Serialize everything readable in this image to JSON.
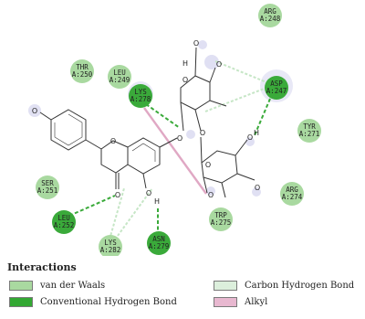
{
  "residues": [
    {
      "name": "ARG",
      "id": "A:248",
      "type": "vdw"
    },
    {
      "name": "THR",
      "id": "A:250",
      "type": "vdw"
    },
    {
      "name": "LEU",
      "id": "A:249",
      "type": "vdw"
    },
    {
      "name": "LYS",
      "id": "A:278",
      "type": "hbond"
    },
    {
      "name": "ASP",
      "id": "A:247",
      "type": "hbond"
    },
    {
      "name": "TYR",
      "id": "A:271",
      "type": "vdw"
    },
    {
      "name": "SER",
      "id": "A:251",
      "type": "vdw"
    },
    {
      "name": "ARG",
      "id": "A:274",
      "type": "vdw"
    },
    {
      "name": "TRP",
      "id": "A:275",
      "type": "vdw"
    },
    {
      "name": "LEU",
      "id": "A:252",
      "type": "hbond"
    },
    {
      "name": "LYS",
      "id": "A:282",
      "type": "vdw"
    },
    {
      "name": "ASN",
      "id": "A:279",
      "type": "hbond"
    }
  ],
  "atoms": {
    "o": "O",
    "h": "H"
  },
  "legend": {
    "title": "Interactions",
    "items": [
      {
        "label": "van der Waals",
        "color": "#a9d9a0"
      },
      {
        "label": "Carbon Hydrogen Bond",
        "color": "#dcefdc"
      },
      {
        "label": "Conventional Hydrogen Bond",
        "color": "#33a833"
      },
      {
        "label": "Alkyl",
        "color": "#e8b8d0"
      }
    ]
  },
  "colors": {
    "vdw": "#a9d9a0",
    "hbond": "#3aaa3a",
    "carbon_h": "#c6e6c6",
    "alkyl": "#e0a8c4",
    "bond": "#333333"
  }
}
